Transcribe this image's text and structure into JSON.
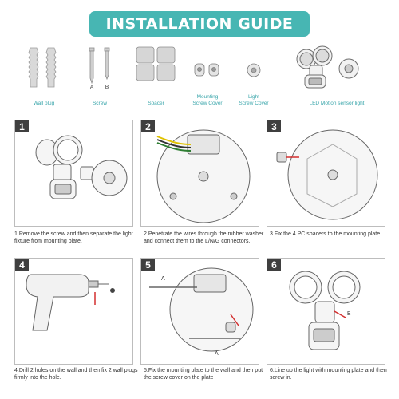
{
  "title": "INSTALLATION GUIDE",
  "parts": {
    "wall_plug": "Wall plug",
    "screw": "Screw",
    "screw_a": "A",
    "screw_b": "B",
    "spacer": "Spacer",
    "mounting_cover": "Mounting\nScrew Cover",
    "light_cover": "Light\nScrew Cover",
    "light": "LED Motion sensor light"
  },
  "steps": [
    {
      "num": "1",
      "caption": "1.Remove the screw and then separate the light fixture from mounting plate."
    },
    {
      "num": "2",
      "caption": "2.Penetrate the wires through the rubber washer and connect them to the L/N/G connectors."
    },
    {
      "num": "3",
      "caption": "3.Fix the 4 PC spacers to the mounting plate."
    },
    {
      "num": "4",
      "caption": "4.Drill 2 holes on the wall and then fix 2 wall plugs firmly into the hole."
    },
    {
      "num": "5",
      "caption": "5.Fix the mounting plate to the wall and then put the screw cover on the plate",
      "label_a1": "A",
      "label_a2": "A"
    },
    {
      "num": "6",
      "caption": "6.Line up the light with mounting plate and then screw in.",
      "label_b": "B"
    }
  ],
  "colors": {
    "accent": "#47b6b3",
    "label": "#3aa6ab",
    "marker": "#d32f2f"
  }
}
